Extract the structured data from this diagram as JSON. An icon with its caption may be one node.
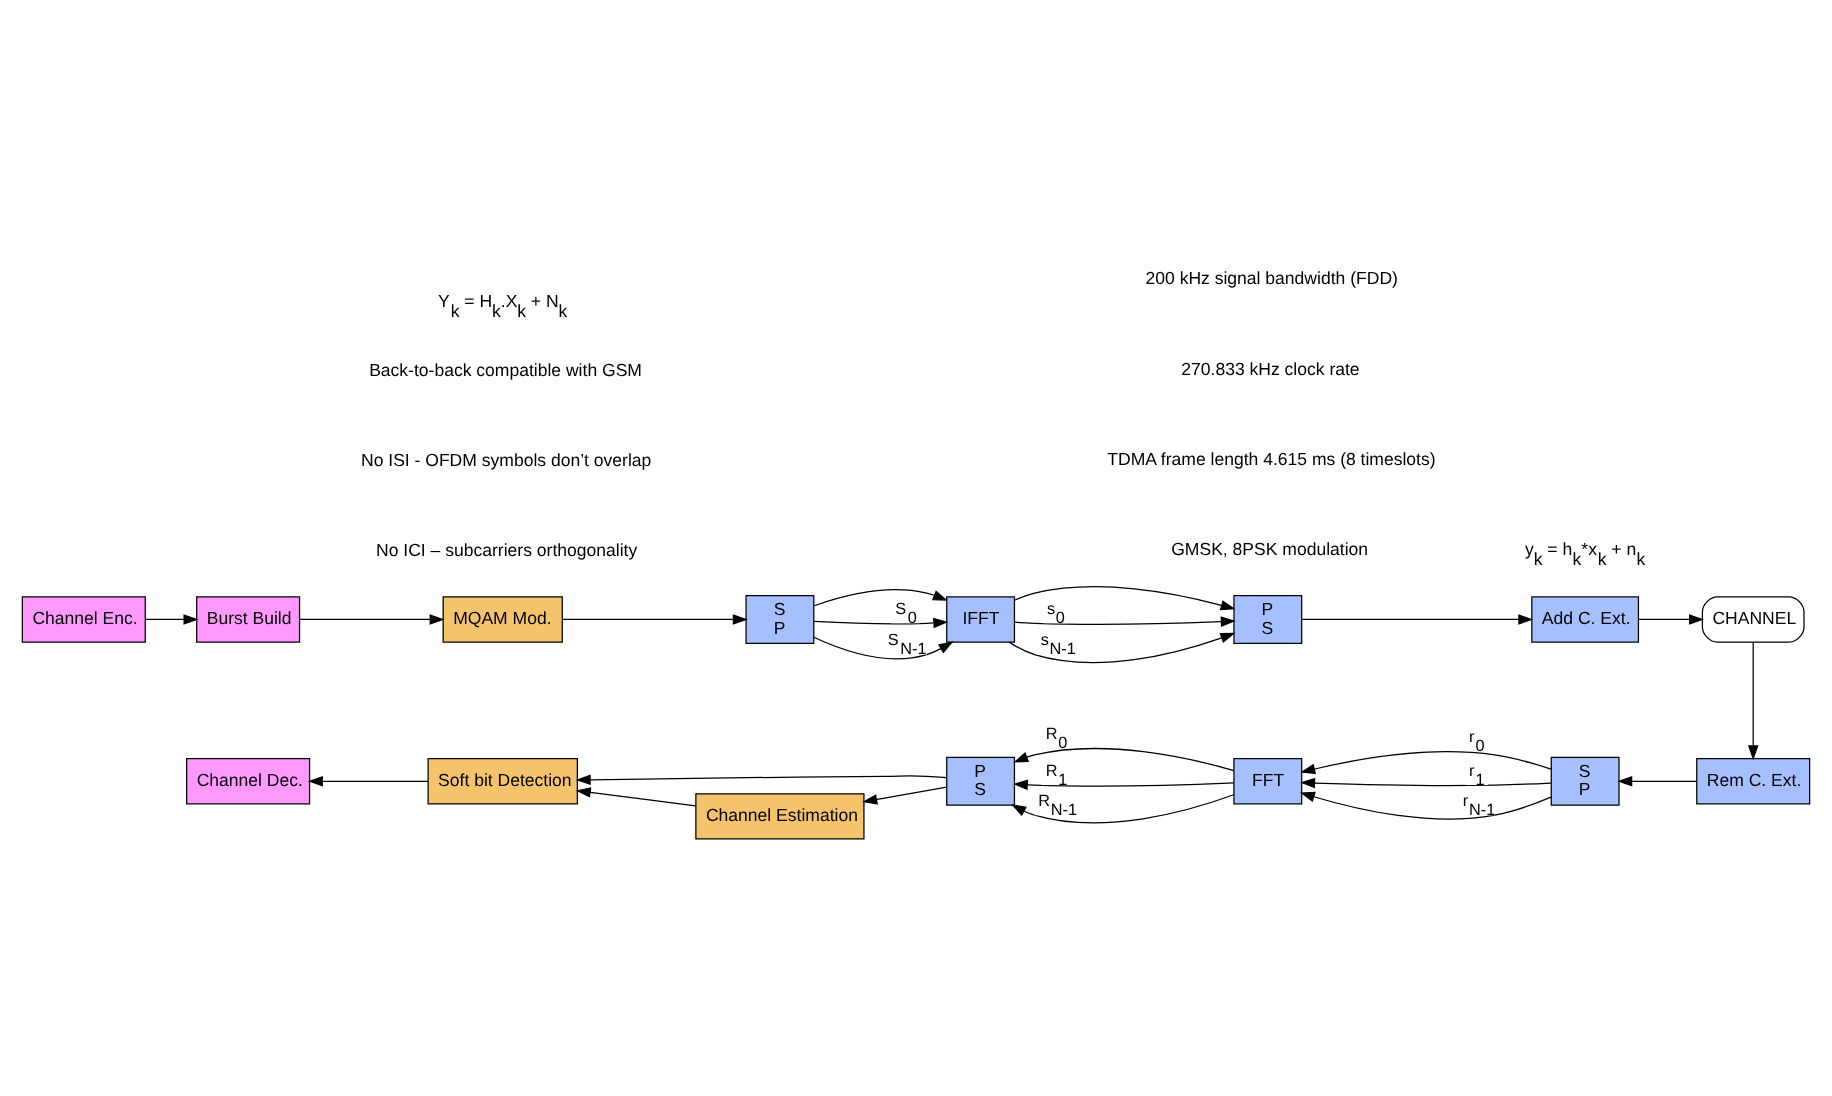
{
  "diagram": {
    "nodes": [
      {
        "text": [
          "Channel Enc."
        ]
      },
      {
        "text": [
          "Burst Build"
        ]
      },
      {
        "text": [
          "MQAM Mod."
        ]
      },
      {
        "text": [
          "S",
          "P"
        ]
      },
      {
        "text": [
          "IFFT"
        ]
      },
      {
        "text": [
          "P",
          "S"
        ]
      },
      {
        "text": [
          "Add C. Ext."
        ]
      },
      {
        "text": [
          "CHANNEL"
        ]
      },
      {
        "text": [
          "Rem C. Ext."
        ]
      },
      {
        "text": [
          "S",
          "P"
        ]
      },
      {
        "text": [
          "FFT"
        ]
      },
      {
        "text": [
          "P",
          "S"
        ]
      },
      {
        "text": [
          "Soft bit Detection"
        ]
      },
      {
        "text": [
          "Channel Dec."
        ]
      },
      {
        "text": [
          "Channel Estimation"
        ]
      }
    ],
    "edges": [
      {
        "from": 0,
        "to": 1,
        "arrow": "to"
      },
      {
        "from": 1,
        "to": 2,
        "arrow": "to"
      },
      {
        "from": 2,
        "to": 3,
        "arrow": "to"
      },
      {
        "from": 3,
        "to": 4,
        "arrow": "to"
      },
      {
        "from": 3,
        "to": 4,
        "arrow": "to",
        "label": "S$_{0}$"
      },
      {
        "from": 3,
        "to": 4,
        "arrow": "to",
        "label": "S$_{N-1}$"
      },
      {
        "from": 4,
        "to": 5,
        "arrow": "to"
      },
      {
        "from": 4,
        "to": 5,
        "arrow": "to",
        "label": "s$_{0}$"
      },
      {
        "from": 4,
        "to": 5,
        "arrow": "to",
        "label": "s$_{N-1}$"
      },
      {
        "from": 5,
        "to": 6,
        "arrow": "to"
      },
      {
        "from": 6,
        "to": 7,
        "arrow": "to"
      },
      {
        "from": 7,
        "to": 8,
        "arrow": "to"
      },
      {
        "from": 8,
        "to": 9,
        "arrow": "to"
      },
      {
        "from": 9,
        "to": 10,
        "arrow": "to",
        "label": "r$_{0}$"
      },
      {
        "from": 9,
        "to": 10,
        "arrow": "to",
        "label": "r$_{1}$"
      },
      {
        "from": 9,
        "to": 10,
        "arrow": "to",
        "label": "r$_{N-1}$"
      },
      {
        "from": 10,
        "to": 11,
        "arrow": "to",
        "label": "R$_{0}$"
      },
      {
        "from": 10,
        "to": 11,
        "arrow": "to",
        "label": "R$_{1}$"
      },
      {
        "from": 10,
        "to": 11,
        "arrow": "to",
        "label": "R$_{N-1}$"
      },
      {
        "from": 11,
        "to": 12,
        "arrow": "to"
      },
      {
        "from": 11,
        "to": 14,
        "arrow": "to"
      },
      {
        "from": 12,
        "to": 13,
        "arrow": "to"
      },
      {
        "from": 14,
        "to": 12,
        "arrow": "to"
      }
    ],
    "labels": [
      "Back-to-back compatible with GSM",
      "No ISI - OFDM symbols don’t overlap",
      "No ICI – subcarriers orthogonality",
      "200 kHz signal bandwidth (FDD)",
      "270.833 kHz clock rate",
      "TDMA frame length 4.615 ms (8 timeslots)",
      "GMSK, 8PSK modulation",
      "y$_{k}$ = h$_{k}$*x$_{k}$ + n$_{k}$",
      "Y$_{k}$ = H$_{k}$.X$_{k}$ + N$_{k}$"
    ]
  }
}
